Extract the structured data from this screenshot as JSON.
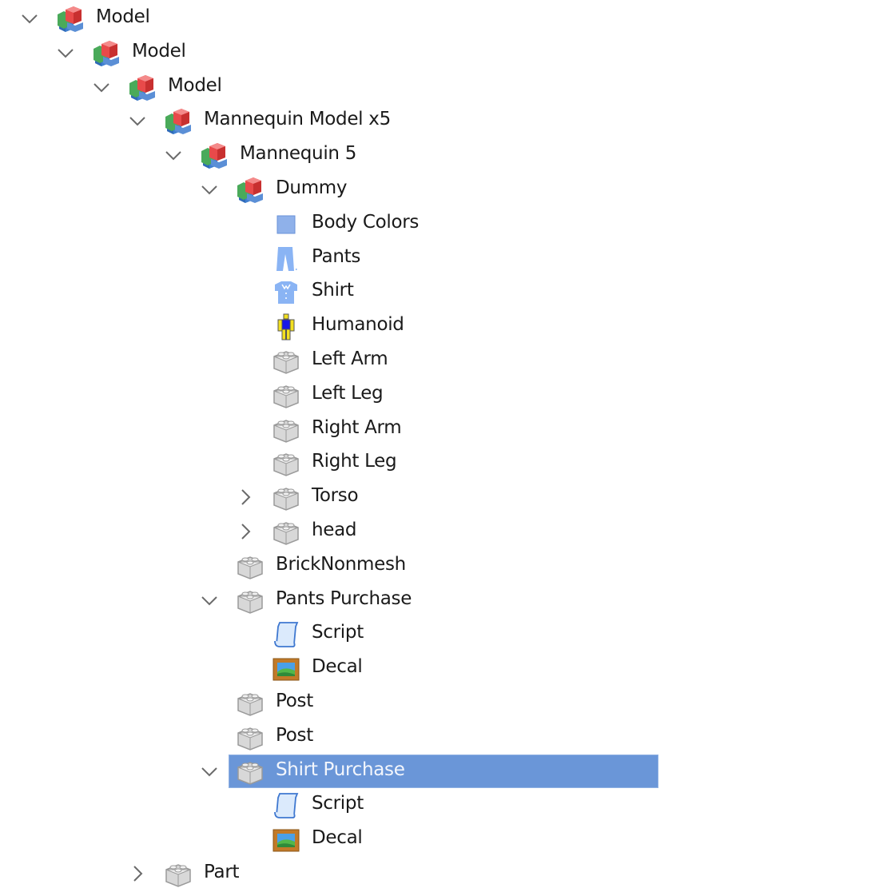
{
  "explorer": {
    "selection_color": "#6a96d8",
    "items": [
      {
        "label": "Model",
        "depth": 0,
        "expander": "open",
        "icon": "model-icon"
      },
      {
        "label": "Model",
        "depth": 1,
        "expander": "open",
        "icon": "model-icon"
      },
      {
        "label": "Model",
        "depth": 2,
        "expander": "open",
        "icon": "model-icon"
      },
      {
        "label": "Mannequin Model x5",
        "depth": 3,
        "expander": "open",
        "icon": "model-icon"
      },
      {
        "label": "Mannequin 5",
        "depth": 4,
        "expander": "open",
        "icon": "model-icon"
      },
      {
        "label": "Dummy",
        "depth": 5,
        "expander": "open",
        "icon": "model-icon"
      },
      {
        "label": "Body Colors",
        "depth": 6,
        "expander": "none",
        "icon": "body-colors-icon"
      },
      {
        "label": "Pants",
        "depth": 6,
        "expander": "none",
        "icon": "pants-icon"
      },
      {
        "label": "Shirt",
        "depth": 6,
        "expander": "none",
        "icon": "shirt-icon"
      },
      {
        "label": "Humanoid",
        "depth": 6,
        "expander": "none",
        "icon": "humanoid-icon"
      },
      {
        "label": "Left Arm",
        "depth": 6,
        "expander": "none",
        "icon": "part-icon"
      },
      {
        "label": "Left Leg",
        "depth": 6,
        "expander": "none",
        "icon": "part-icon"
      },
      {
        "label": "Right Arm",
        "depth": 6,
        "expander": "none",
        "icon": "part-icon"
      },
      {
        "label": "Right Leg",
        "depth": 6,
        "expander": "none",
        "icon": "part-icon"
      },
      {
        "label": "Torso",
        "depth": 6,
        "expander": "closed",
        "icon": "part-icon"
      },
      {
        "label": "head",
        "depth": 6,
        "expander": "closed",
        "icon": "part-icon"
      },
      {
        "label": "BrickNonmesh",
        "depth": 5,
        "expander": "none",
        "icon": "part-icon"
      },
      {
        "label": "Pants Purchase",
        "depth": 5,
        "expander": "open",
        "icon": "part-icon"
      },
      {
        "label": "Script",
        "depth": 6,
        "expander": "none",
        "icon": "script-icon"
      },
      {
        "label": "Decal",
        "depth": 6,
        "expander": "none",
        "icon": "decal-icon"
      },
      {
        "label": "Post",
        "depth": 5,
        "expander": "none",
        "icon": "part-icon"
      },
      {
        "label": "Post",
        "depth": 5,
        "expander": "none",
        "icon": "part-icon"
      },
      {
        "label": "Shirt Purchase",
        "depth": 5,
        "expander": "open",
        "icon": "part-icon",
        "selected": true
      },
      {
        "label": "Script",
        "depth": 6,
        "expander": "none",
        "icon": "script-icon"
      },
      {
        "label": "Decal",
        "depth": 6,
        "expander": "none",
        "icon": "decal-icon"
      },
      {
        "label": "Part",
        "depth": 3,
        "expander": "closed",
        "icon": "part-icon"
      }
    ]
  }
}
